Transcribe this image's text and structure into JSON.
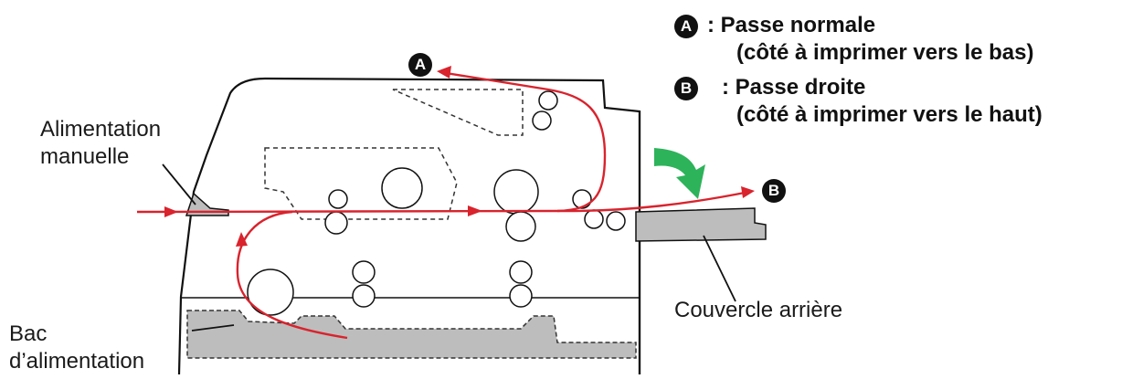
{
  "legend": {
    "a": {
      "letter": "A",
      "title": ": Passe normale",
      "detail": "(côté à imprimer vers le bas)"
    },
    "b": {
      "letter": "B",
      "title": ": Passe droite",
      "detail": "(côté à imprimer vers le haut)"
    }
  },
  "labels": {
    "manual_feed_line1": "Alimentation",
    "manual_feed_line2": "manuelle",
    "tray_line1": "Bac",
    "tray_line2": "d’alimentation",
    "rear_cover": "Couvercle arrière"
  },
  "path_markers": {
    "a": "A",
    "b": "B"
  },
  "colors": {
    "paper_path": "#d9232d",
    "turn_arrow": "#2db35a",
    "part_fill": "#bdbdbd",
    "outline": "#111111"
  }
}
